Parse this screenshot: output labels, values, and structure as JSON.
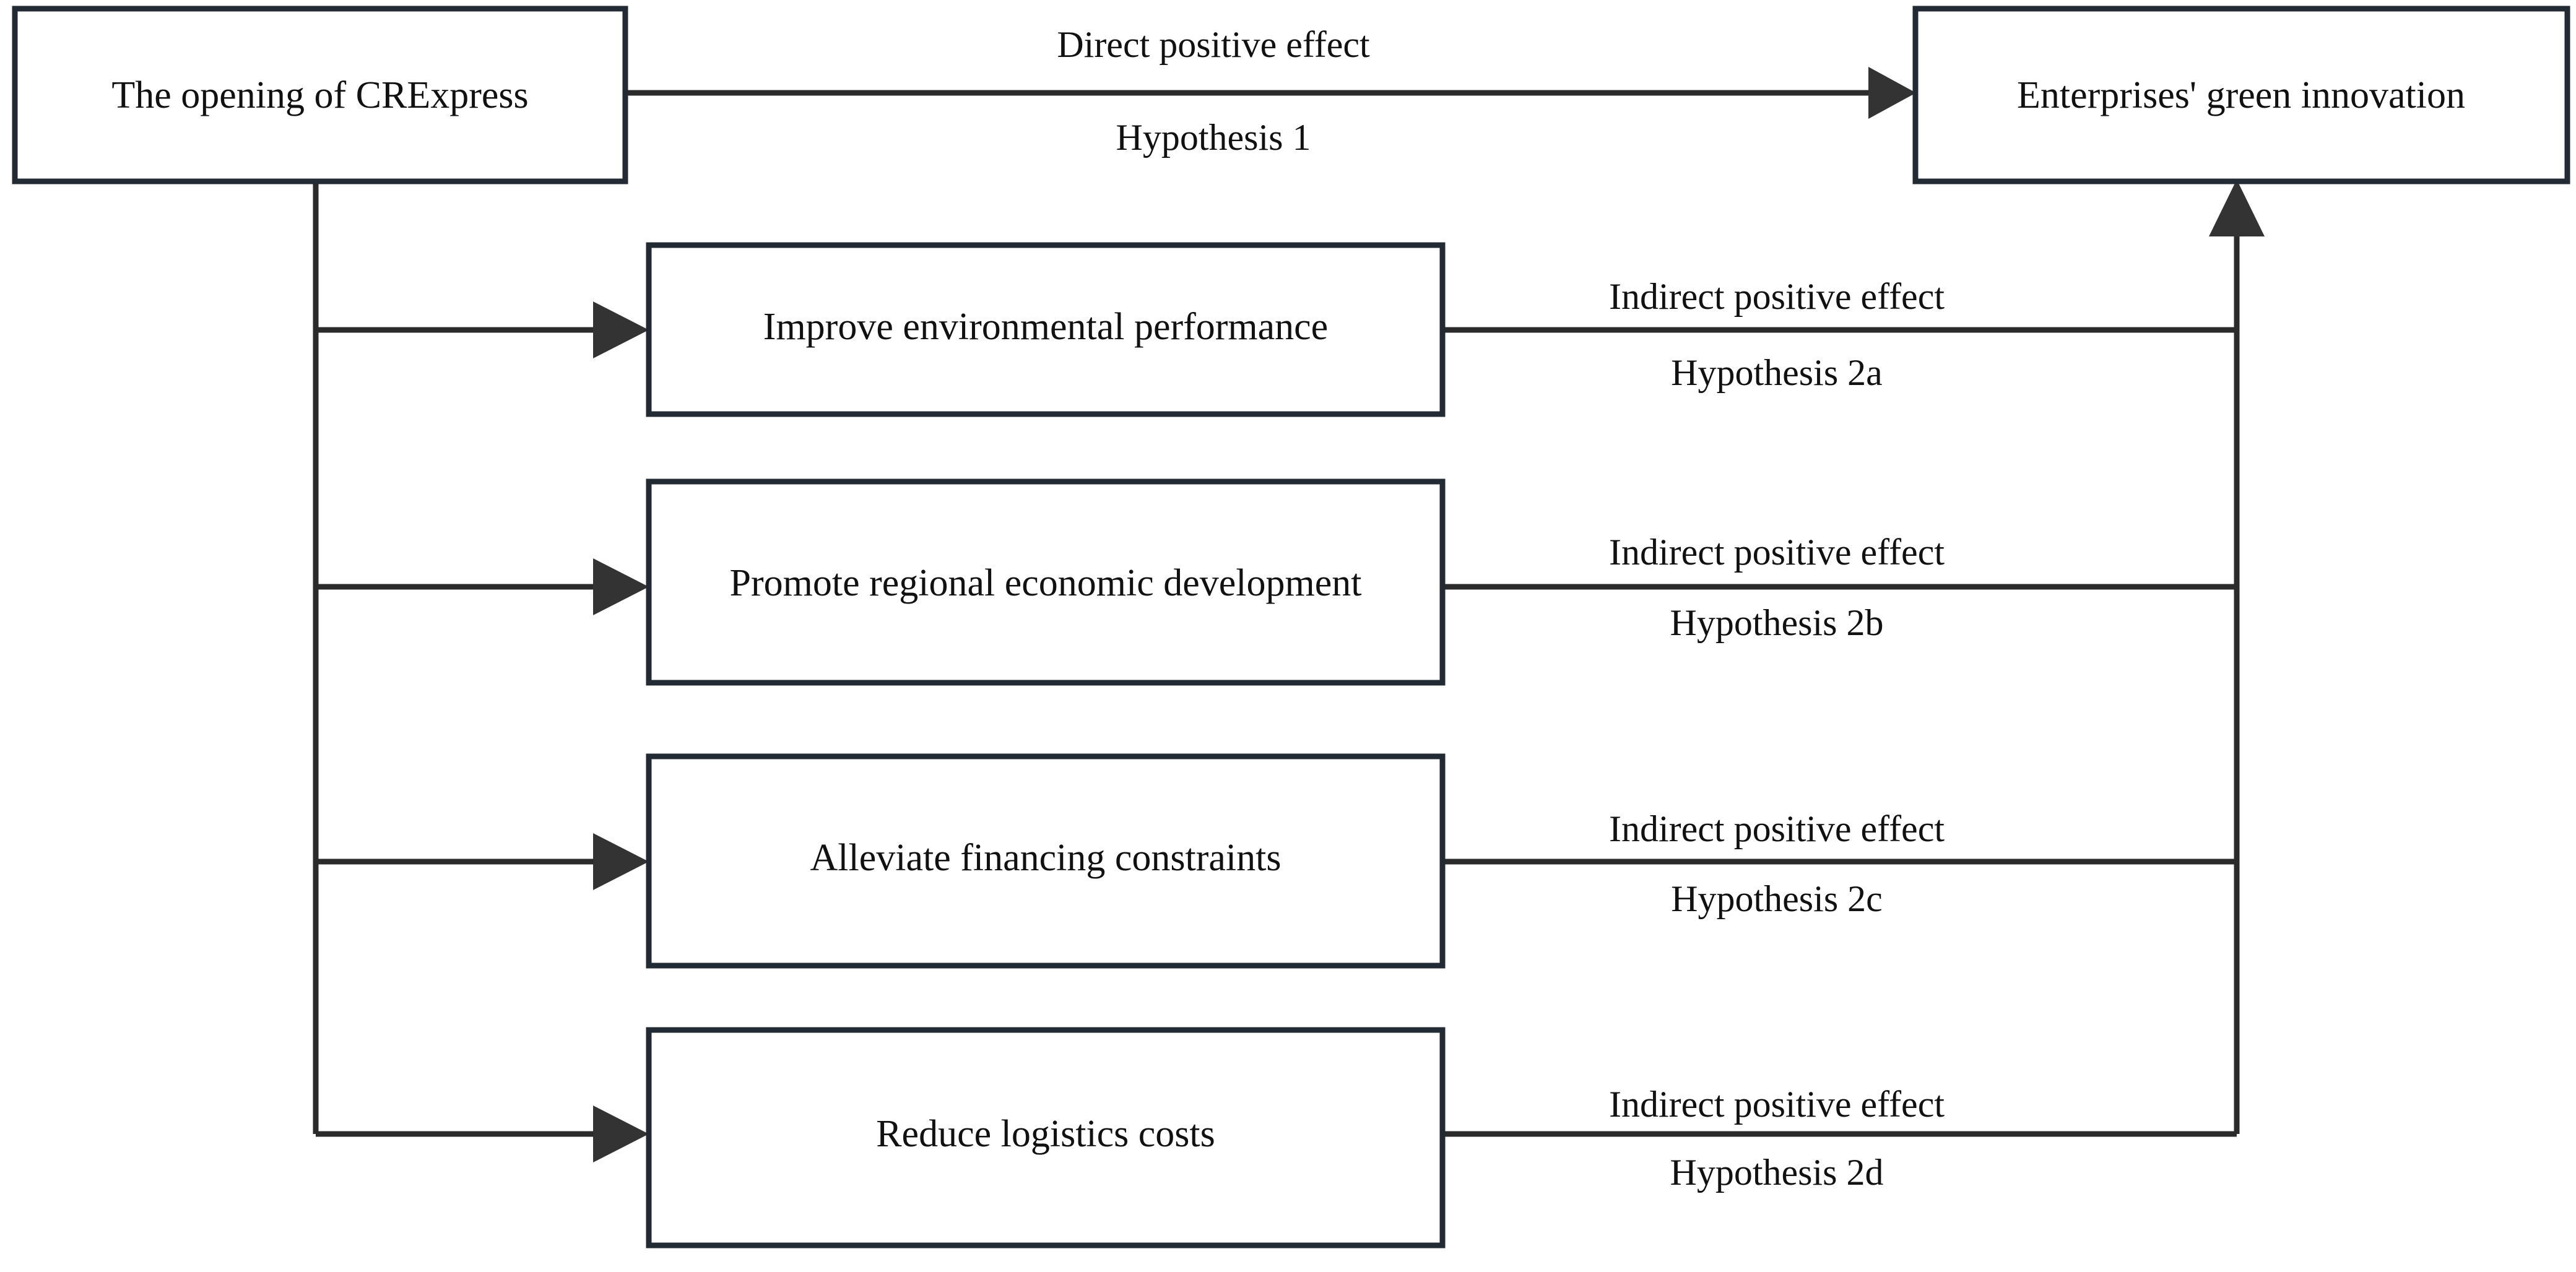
{
  "diagram": {
    "type": "flow-framework",
    "title_visible": false,
    "background_color": "#ffffff",
    "line_color": "#2b2b2b",
    "box_border_color": "#222a33",
    "box_fill_color": "#ffffff",
    "text_color": "#111111",
    "nodes": {
      "source": {
        "label": "The opening of CRExpress"
      },
      "target": {
        "label": "Enterprises' green innovation"
      },
      "mediators": [
        {
          "label": "Improve environmental performance"
        },
        {
          "label": "Promote regional economic development"
        },
        {
          "label": "Alleviate financing constraints"
        },
        {
          "label": "Reduce logistics costs"
        }
      ]
    },
    "edges": {
      "direct": {
        "effect_label": "Direct positive effect",
        "hypothesis_label": "Hypothesis 1"
      },
      "indirect": [
        {
          "effect_label": "Indirect positive effect",
          "hypothesis_label": "Hypothesis 2a"
        },
        {
          "effect_label": "Indirect positive effect",
          "hypothesis_label": "Hypothesis 2b"
        },
        {
          "effect_label": "Indirect positive effect",
          "hypothesis_label": "Hypothesis 2c"
        },
        {
          "effect_label": "Indirect positive effect",
          "hypothesis_label": "Hypothesis 2d"
        }
      ]
    }
  }
}
